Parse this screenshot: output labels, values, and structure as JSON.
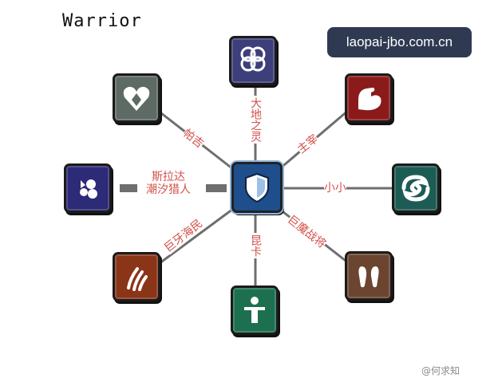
{
  "page": {
    "title": "Warrior"
  },
  "watermark": {
    "text": "laopai-jbo.com.cn"
  },
  "weibo": {
    "text": "@何求知"
  },
  "hub": {
    "id": "warrior-core",
    "icon": "shield-icon",
    "color": "#1f4e8c"
  },
  "nodes": [
    {
      "id": "top",
      "icon": "eternal-knot-icon",
      "color": "#3d3f7a",
      "label": "大地之灵"
    },
    {
      "id": "top-left",
      "icon": "heart-icon",
      "color": "#5d6b64",
      "label": "帕吉"
    },
    {
      "id": "top-right",
      "icon": "flexed-arm-icon",
      "color": "#8b1a1a",
      "label": "主宰"
    },
    {
      "id": "left",
      "icon": "drops-icon",
      "color": "#2d2a78",
      "label": "斯拉达\n潮汐猎人"
    },
    {
      "id": "right",
      "icon": "swirl-icon",
      "color": "#1d5c55",
      "label": "小小"
    },
    {
      "id": "bottom-left",
      "icon": "claw-icon",
      "color": "#8a3418",
      "label": "巨牙海民"
    },
    {
      "id": "bottom",
      "icon": "person-icon",
      "color": "#1c7050",
      "label": "昆卡"
    },
    {
      "id": "bottom-right",
      "icon": "feet-icon",
      "color": "#6b4530",
      "label": "巨魔战将"
    }
  ]
}
